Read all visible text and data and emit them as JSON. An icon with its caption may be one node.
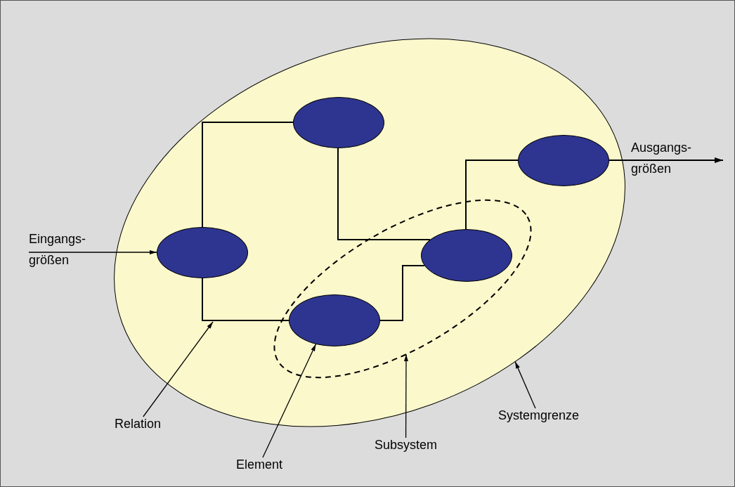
{
  "diagram": {
    "nodes": [
      {
        "text": [],
        "shape": "ellipse"
      },
      {
        "text": [],
        "shape": "ellipse",
        "in": 0
      },
      {
        "text": [],
        "shape": "ellipse",
        "in": 0
      },
      {
        "text": [],
        "shape": "ellipse",
        "in": 0
      },
      {
        "text": [],
        "shape": "ellipse",
        "in": 0
      },
      {
        "text": [],
        "shape": "ellipse",
        "in": 1
      },
      {
        "text": [],
        "shape": "ellipse",
        "in": 1
      },
      {
        "text": [
          "Relation"
        ]
      },
      {
        "text": [
          "Element"
        ]
      },
      {
        "text": [
          "Subsystem"
        ]
      },
      {
        "text": [
          "Systemgrenze"
        ]
      },
      {
        "text": [
          "Eingangs- größen"
        ]
      },
      {
        "text": [
          "Ausgangs- größen"
        ]
      }
    ],
    "edges": [
      {
        "from": 11,
        "to": 2,
        "arrow": "to"
      },
      {
        "from": 4,
        "to": 12,
        "arrow": "to"
      },
      {
        "from": 2,
        "to": 3,
        "arrow": "none"
      },
      {
        "from": 2,
        "to": 6,
        "arrow": "none"
      },
      {
        "from": 3,
        "to": 5,
        "arrow": "none"
      },
      {
        "from": 6,
        "to": 5,
        "arrow": "none"
      },
      {
        "from": 5,
        "to": 4,
        "arrow": "none"
      },
      {
        "from": 7,
        "to": null,
        "arrow": "to"
      },
      {
        "from": 8,
        "to": 6,
        "arrow": "to"
      },
      {
        "from": 9,
        "to": 1,
        "arrow": "to"
      },
      {
        "from": 10,
        "to": 0,
        "arrow": "to"
      }
    ]
  }
}
